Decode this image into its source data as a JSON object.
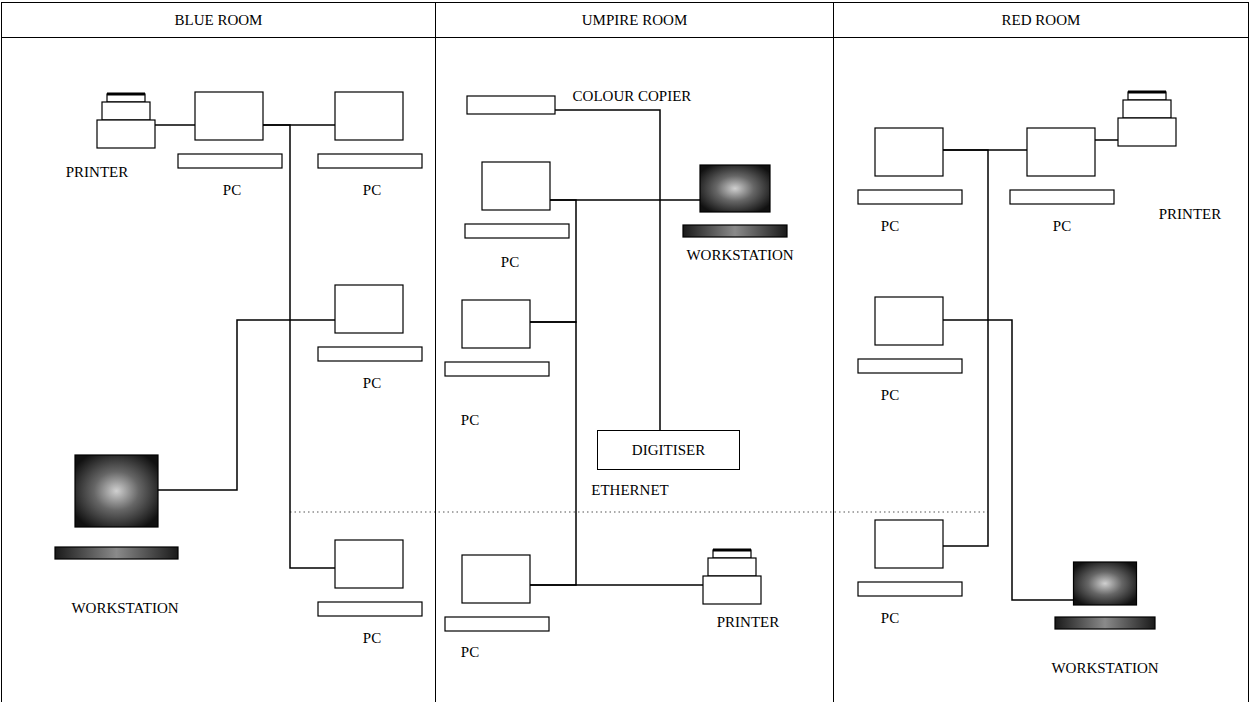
{
  "diagram": {
    "nodes": [
      {
        "text": [
          "BLUE ROOM"
        ]
      },
      {
        "text": [
          "PRINTER"
        ],
        "in": 0
      },
      {
        "text": [
          "PC"
        ],
        "in": 0
      },
      {
        "text": [
          "PC"
        ],
        "in": 0
      },
      {
        "text": [
          "PC"
        ],
        "in": 0
      },
      {
        "text": [
          "WORKSTATION"
        ],
        "in": 0
      },
      {
        "text": [
          "PC"
        ],
        "in": 0
      },
      {
        "text": [
          "UMPIRE ROOM"
        ]
      },
      {
        "text": [
          "COLOUR COPIER"
        ],
        "in": 7
      },
      {
        "text": [
          "PC"
        ],
        "in": 7
      },
      {
        "text": [
          "WORKSTATION"
        ],
        "in": 7
      },
      {
        "text": [
          "PC"
        ],
        "in": 7
      },
      {
        "text": [
          "DIGITISER"
        ],
        "in": 7
      },
      {
        "text": [
          "PC"
        ],
        "in": 7
      },
      {
        "text": [
          "PRINTER"
        ],
        "in": 7
      },
      {
        "text": [
          "RED ROOM"
        ]
      },
      {
        "text": [
          "PC"
        ],
        "in": 15
      },
      {
        "text": [
          "PC"
        ],
        "in": 15
      },
      {
        "text": [
          "PRINTER"
        ],
        "in": 15
      },
      {
        "text": [
          "PC"
        ],
        "in": 15
      },
      {
        "text": [
          "WORKSTATION"
        ],
        "in": 15
      },
      {
        "text": [
          "PC"
        ],
        "in": 15
      }
    ],
    "edges": [
      {
        "from": 1,
        "to": 2,
        "arrow": "none"
      },
      {
        "from": 2,
        "to": 3,
        "arrow": "none"
      },
      {
        "from": 2,
        "to": 6,
        "arrow": "none"
      },
      {
        "from": 5,
        "to": 4,
        "arrow": "none"
      },
      {
        "from": 8,
        "to": 12,
        "arrow": "none"
      },
      {
        "from": 9,
        "to": 10,
        "arrow": "none"
      },
      {
        "from": 9,
        "to": 11,
        "arrow": "none"
      },
      {
        "from": 11,
        "to": 13,
        "arrow": "none"
      },
      {
        "from": 13,
        "to": 14,
        "arrow": "none"
      },
      {
        "from": 16,
        "to": 17,
        "arrow": "none"
      },
      {
        "from": 17,
        "to": 18,
        "arrow": "none"
      },
      {
        "from": 16,
        "to": 21,
        "arrow": "none"
      },
      {
        "from": 19,
        "to": 20,
        "arrow": "none"
      }
    ],
    "labels": [
      "ETHERNET"
    ]
  }
}
